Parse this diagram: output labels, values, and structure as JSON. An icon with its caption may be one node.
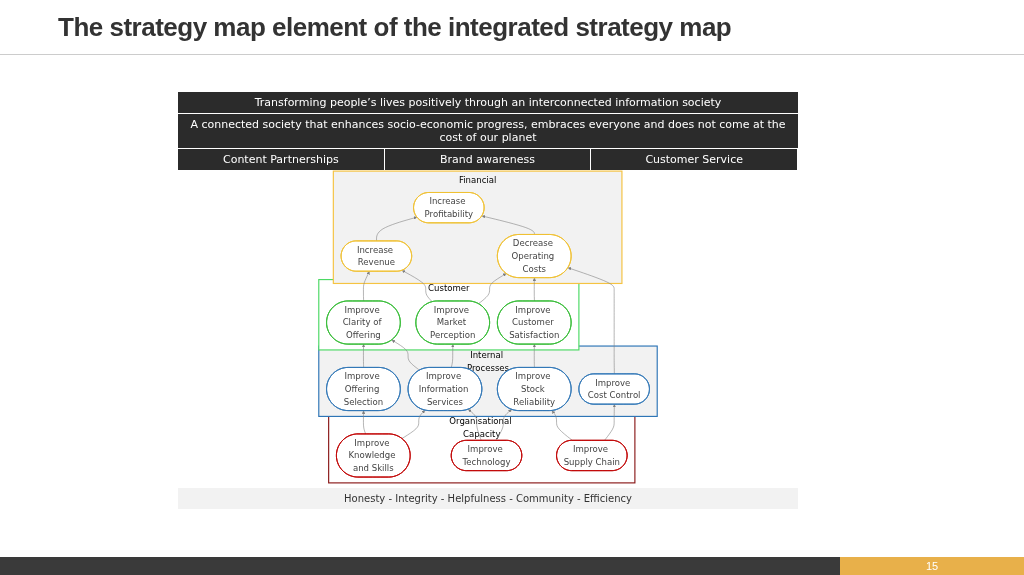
{
  "diagram": {
    "title": "The strategy map element of the integrated strategy map",
    "nodes": [
      {
        "text": [
          "Transforming people’s lives positively through an interconnected information society"
        ]
      },
      {
        "text": [
          "A connected society that enhances socio-economic progress, embraces everyone and does not come at the cost of our planet"
        ]
      },
      {
        "text": [
          "Content Partnerships"
        ]
      },
      {
        "text": [
          "Brand awareness"
        ]
      },
      {
        "text": [
          "Customer Service"
        ]
      },
      {
        "text": [
          "Financial"
        ]
      },
      {
        "text": [
          "Increase Revenue"
        ],
        "in": 5
      },
      {
        "text": [
          "Increase Profitability"
        ],
        "in": 5
      },
      {
        "text": [
          "Decrease Operating Costs"
        ],
        "in": 5
      },
      {
        "text": [
          "Customer"
        ]
      },
      {
        "text": [
          "Improve Clarity of Offering"
        ],
        "in": 9
      },
      {
        "text": [
          "Improve Market Perception"
        ],
        "in": 9
      },
      {
        "text": [
          "Improve Customer Satisfaction"
        ],
        "in": 9
      },
      {
        "text": [
          "Internal Processes"
        ]
      },
      {
        "text": [
          "Improve Offering Selection"
        ],
        "in": 13
      },
      {
        "text": [
          "Improve Information Services"
        ],
        "in": 13
      },
      {
        "text": [
          "Improve Stock Reliability"
        ],
        "in": 13
      },
      {
        "text": [
          "Improve Cost Control"
        ],
        "in": 13
      },
      {
        "text": [
          "Organisational Capacity"
        ]
      },
      {
        "text": [
          "Improve Knowledge and Skills"
        ],
        "in": 18
      },
      {
        "text": [
          "Improve Technology"
        ],
        "in": 18
      },
      {
        "text": [
          "Improve Supply Chain"
        ],
        "in": 18
      },
      {
        "text": [
          "Honesty - Integrity - Helpfulness - Community - Efficiency"
        ]
      }
    ],
    "edges": [
      {
        "from": 6,
        "to": 7,
        "arrow": "to"
      },
      {
        "from": 8,
        "to": 7,
        "arrow": "to"
      },
      {
        "from": 10,
        "to": 6,
        "arrow": "to"
      },
      {
        "from": 11,
        "to": 6,
        "arrow": "to"
      },
      {
        "from": 11,
        "to": 8,
        "arrow": "to"
      },
      {
        "from": 12,
        "to": 8,
        "arrow": "to"
      },
      {
        "from": 14,
        "to": 10,
        "arrow": "to"
      },
      {
        "from": 15,
        "to": 10,
        "arrow": "to"
      },
      {
        "from": 15,
        "to": 11,
        "arrow": "to"
      },
      {
        "from": 16,
        "to": 12,
        "arrow": "to"
      },
      {
        "from": 17,
        "to": 8,
        "arrow": "to"
      },
      {
        "from": 19,
        "to": 14,
        "arrow": "to"
      },
      {
        "from": 19,
        "to": 15,
        "arrow": "to"
      },
      {
        "from": 20,
        "to": 15,
        "arrow": "to"
      },
      {
        "from": 20,
        "to": 16,
        "arrow": "to"
      },
      {
        "from": 21,
        "to": 16,
        "arrow": "to"
      },
      {
        "from": 21,
        "to": 17,
        "arrow": "to"
      }
    ],
    "labels": [
      "15"
    ]
  }
}
